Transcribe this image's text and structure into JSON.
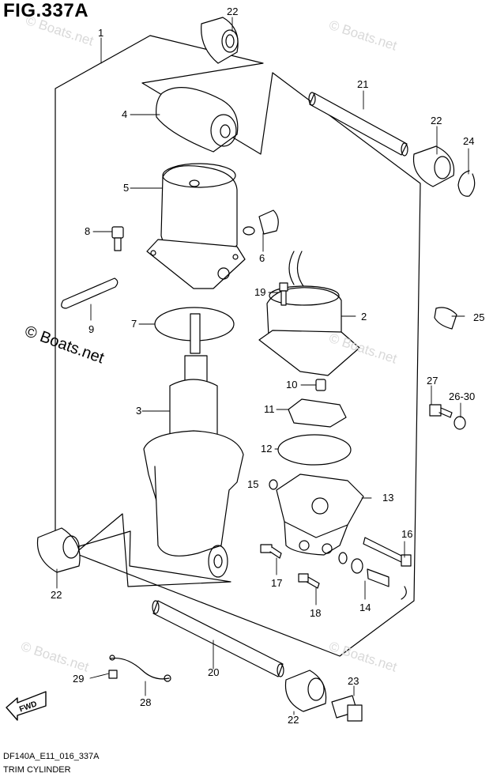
{
  "figure": {
    "title": "FIG.337A",
    "code": "DF140A_E11_016_337A",
    "name": "TRIM CYLINDER",
    "watermark": "© Boats.net",
    "watermark_small": "© Boats.net",
    "fwd_label": "FWD"
  },
  "labels": [
    "1",
    "2",
    "3",
    "4",
    "5",
    "6",
    "7",
    "8",
    "9",
    "10",
    "11",
    "12",
    "13",
    "14",
    "15",
    "16",
    "17",
    "18",
    "19",
    "20",
    "21",
    "22",
    "22",
    "22",
    "22",
    "23",
    "24",
    "25",
    "26-30",
    "27",
    "28",
    "29"
  ]
}
